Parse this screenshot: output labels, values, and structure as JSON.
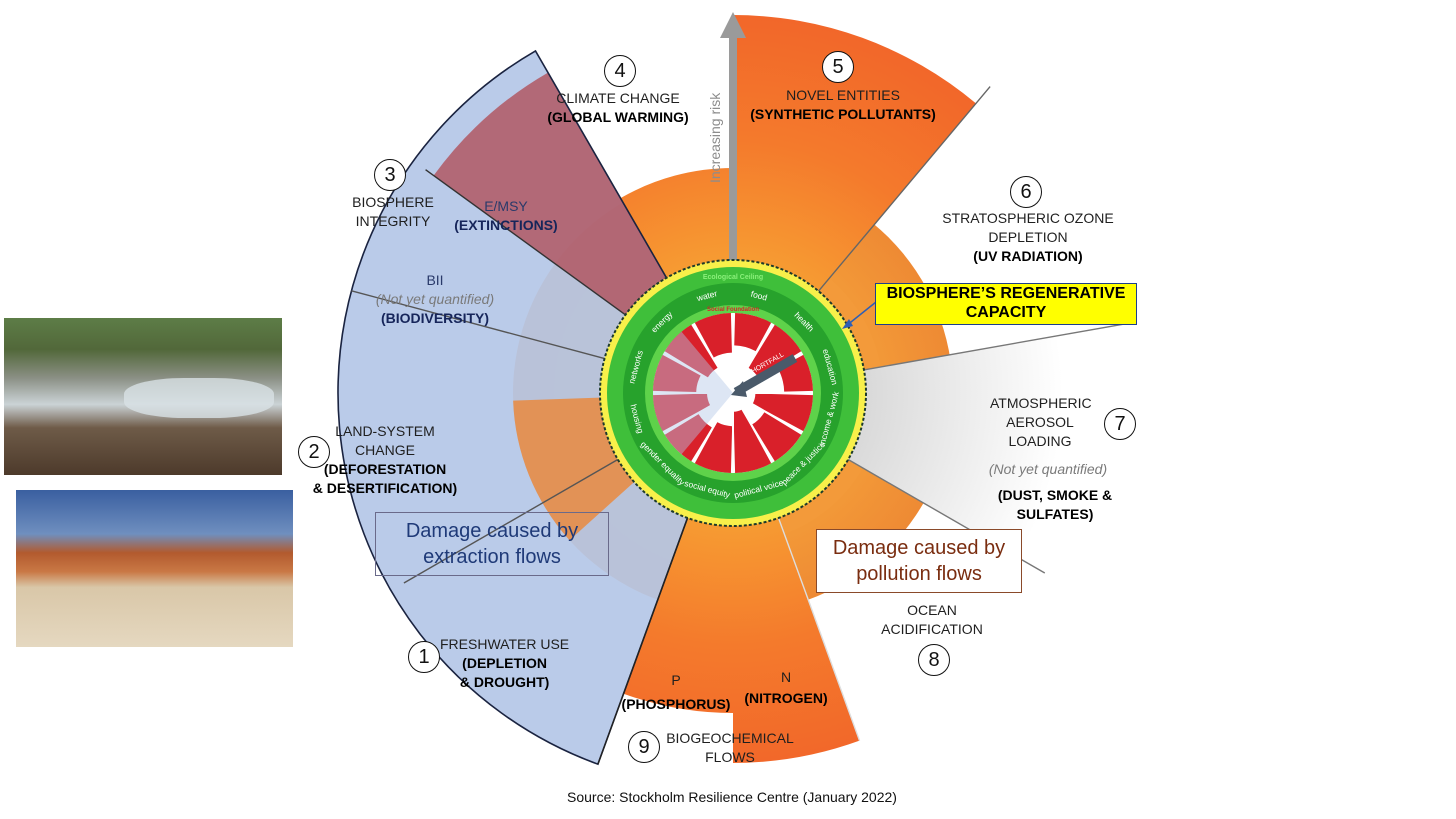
{
  "boundaries": [
    {
      "num": "1",
      "name": "FRESHWATER USE",
      "detail": "(DEPLETION",
      "detail2": "& DROUGHT)"
    },
    {
      "num": "2",
      "name": "LAND-SYSTEM",
      "name2": "CHANGE",
      "detail": "(DEFORESTATION",
      "detail2": "& DESERTIFICATION)"
    },
    {
      "num": "3",
      "name": "BIOSPHERE",
      "name2": "INTEGRITY",
      "sub1": "E/MSY",
      "sub1b": "(EXTINCTIONS)",
      "sub2": "BII",
      "sub2note": "(Not yet quantified)",
      "sub2b": "(BIODIVERSITY)"
    },
    {
      "num": "4",
      "name": "CLIMATE CHANGE",
      "detail": "(GLOBAL WARMING)"
    },
    {
      "num": "5",
      "name": "NOVEL ENTITIES",
      "detail": "(SYNTHETIC POLLUTANTS)"
    },
    {
      "num": "6",
      "name": "STRATOSPHERIC OZONE",
      "name2": "DEPLETION",
      "detail": "(UV RADIATION)"
    },
    {
      "num": "7",
      "name": "ATMOSPHERIC",
      "name2": "AEROSOL",
      "name3": "LOADING",
      "note": "(Not yet quantified)",
      "detail": "(DUST, SMOKE &",
      "detail2": "SULFATES)"
    },
    {
      "num": "8",
      "name": "OCEAN",
      "name2": "ACIDIFICATION"
    },
    {
      "num": "9",
      "name": "BIOGEOCHEMICAL",
      "name2": "FLOWS",
      "p": "P",
      "p_detail": "(PHOSPHORUS)",
      "n": "N",
      "n_detail": "(NITROGEN)"
    }
  ],
  "risk_axis": "Increasing risk",
  "regenerative": {
    "line1": "BIOSPHERE’S REGENERATIVE",
    "line2": "CAPACITY"
  },
  "extraction_box": {
    "line1": "Damage caused by",
    "line2": "extraction flows"
  },
  "pollution_box": {
    "line1": "Damage caused by",
    "line2": "pollution flows"
  },
  "doughnut": {
    "ring_outer": "Ecological Ceiling",
    "ring_inner": "Social Foundation",
    "shortfall": "SHORTFALL",
    "sectors": [
      "water",
      "food",
      "health",
      "education",
      "income & work",
      "peace & justice",
      "political voice",
      "social equity",
      "gender equality",
      "housing",
      "networks",
      "energy"
    ]
  },
  "source": "Source: Stockholm Resilience Centre (January 2022)",
  "colors": {
    "extraction": "#b4c7e7",
    "pollution_orange": "#f06a2a",
    "red": "#d9202a",
    "green": "#35b534",
    "yellow": "#ffff00"
  }
}
